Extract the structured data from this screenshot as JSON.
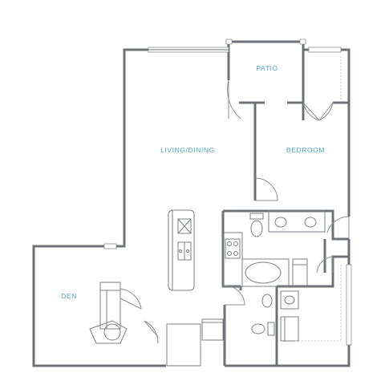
{
  "rooms": {
    "patio": "PATIO",
    "living_dining": "LIVING/DINING",
    "bedroom": "BEDROOM",
    "den": "DEN"
  },
  "colors": {
    "label": "#4fa3c4",
    "wall": "#6e7176",
    "background": "#ffffff"
  }
}
